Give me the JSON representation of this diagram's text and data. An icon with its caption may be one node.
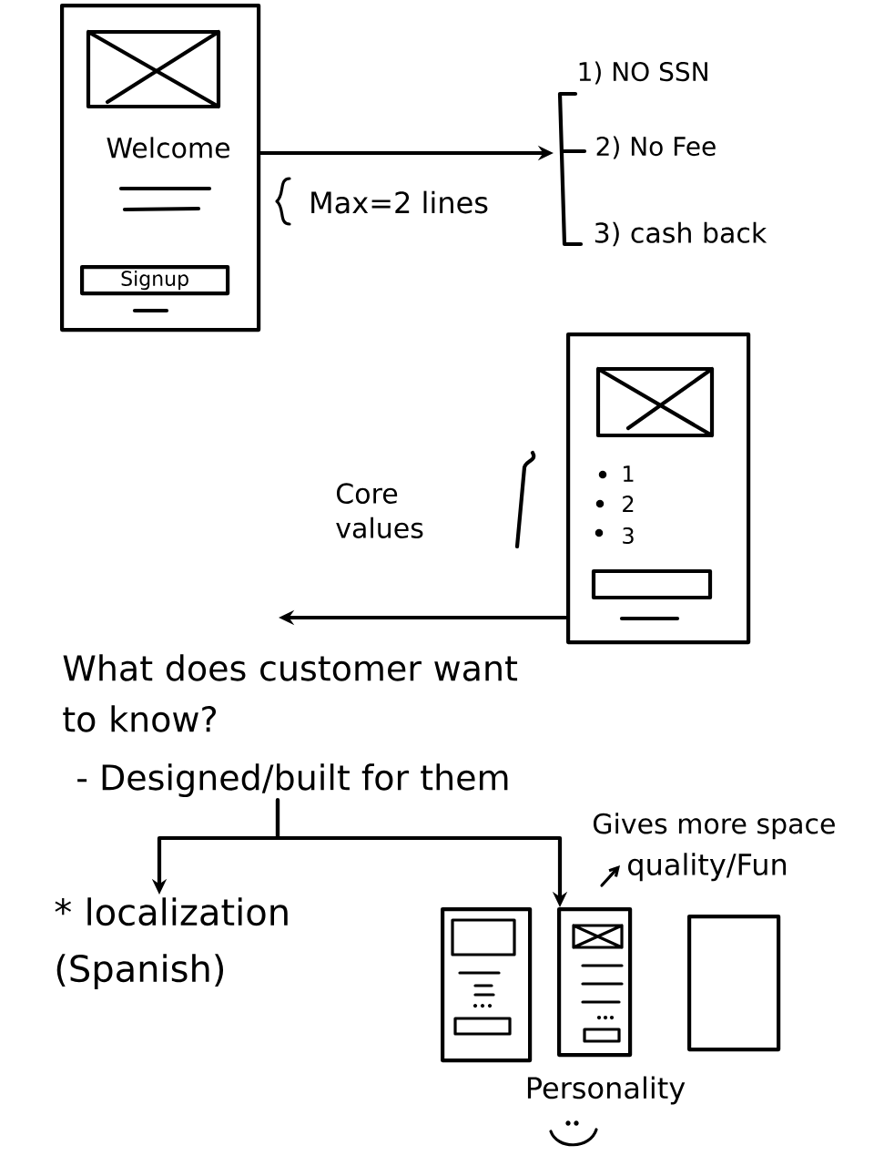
{
  "diagram": {
    "nodes": [
      {
        "text": [
          "Welcome"
        ]
      },
      {
        "text": [
          "Signup"
        ],
        "in": 0
      },
      {
        "text": [
          "1) NO SSN",
          "2) No Fee",
          "3) cash back"
        ]
      },
      {
        "text": [
          "1",
          "2",
          "3"
        ]
      },
      {
        "text": [
          "- Designed/built for them"
        ]
      },
      {
        "text": [
          "* localization (Spanish)"
        ]
      },
      {
        "text": [],
        "shape": "picture"
      },
      {
        "text": [],
        "shape": "picture"
      },
      {
        "text": [],
        "shape": "box"
      }
    ],
    "edges": [
      {
        "from": 0,
        "to": 2,
        "arrow": "to"
      },
      {
        "from": 3,
        "to": null,
        "arrow": "to"
      },
      {
        "from": 4,
        "to": 5,
        "arrow": "to"
      },
      {
        "from": 4,
        "to": 7,
        "arrow": "to"
      }
    ],
    "labels": [
      "Max=2 lines",
      "Core values",
      "What does customer want to know?",
      "Gives more space",
      "quality/Fun",
      "Personality"
    ]
  }
}
